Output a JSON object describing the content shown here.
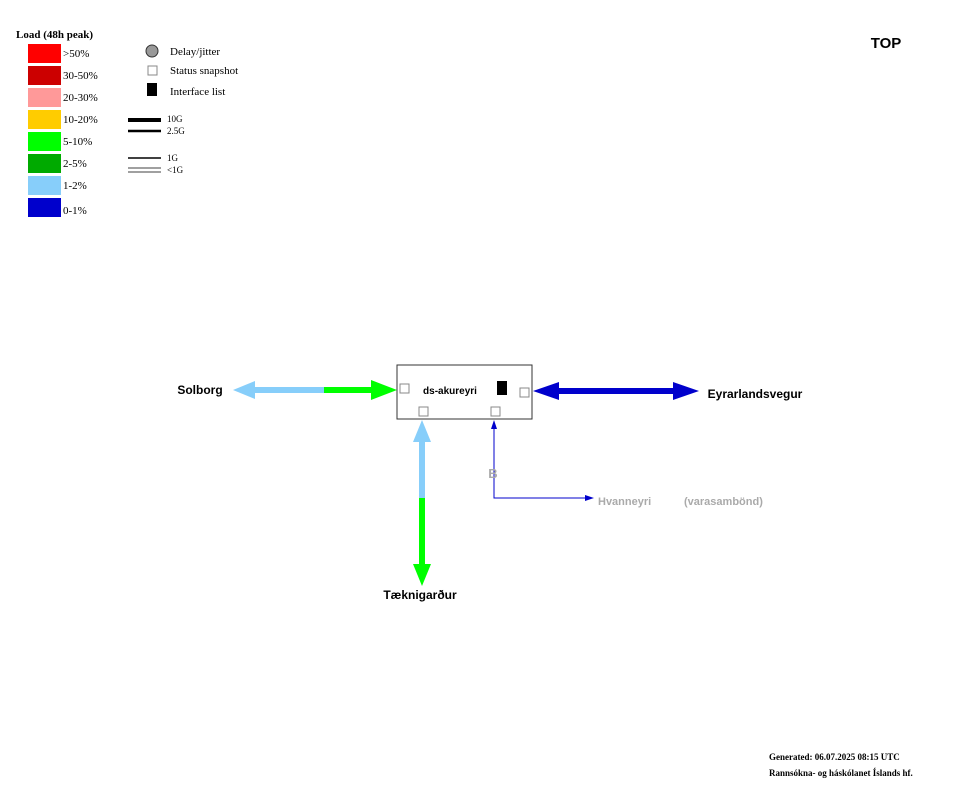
{
  "top_label": "TOP",
  "legend": {
    "title": "Load (48h peak)",
    "items": [
      {
        "label": ">50%",
        "color": "#ff0000"
      },
      {
        "label": "30-50%",
        "color": "#cc0000"
      },
      {
        "label": "20-30%",
        "color": "#ff9999"
      },
      {
        "label": "10-20%",
        "color": "#ffcc00"
      },
      {
        "label": "5-10%",
        "color": "#00ff00"
      },
      {
        "label": "2-5%",
        "color": "#00aa00"
      },
      {
        "label": "1-2%",
        "color": "#87cefa"
      },
      {
        "label": "0-1%",
        "color": "#0000cc"
      }
    ],
    "symbols": {
      "delay": "Delay/jitter",
      "snapshot": "Status snapshot",
      "interfaces": "Interface list"
    },
    "line_speeds": {
      "s10g": "10G",
      "s25g": "2.5G",
      "s1g": "1G",
      "slt1g": "<1G"
    }
  },
  "nodes": {
    "center": "ds-akureyri",
    "west": "Solborg",
    "east": "Eyrarlandsvegur",
    "south": "Tæknigarður",
    "backup": "Hvanneyri",
    "backup_note": "(varasambönd)",
    "backup_marker": "B"
  },
  "footer": {
    "generated": "Generated:  06.07.2025 08:15 UTC",
    "org": "Rannsókna- og háskólanet Íslands hf."
  }
}
